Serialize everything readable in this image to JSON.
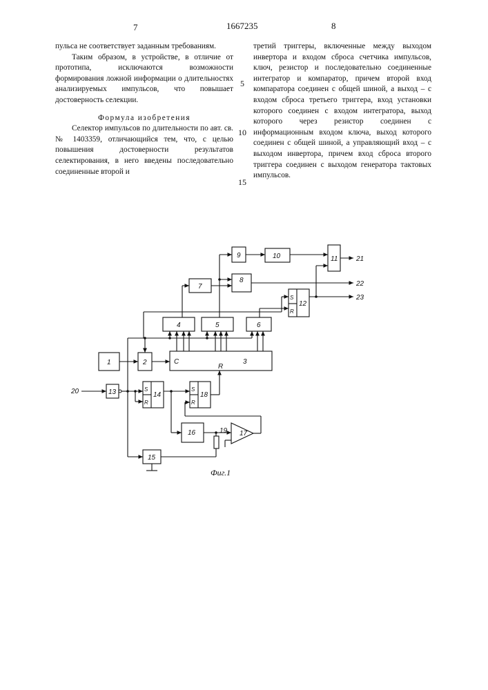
{
  "header": {
    "left_page_number": "7",
    "patent_number": "1667235",
    "right_page_number": "8"
  },
  "left_column": {
    "para1": "пульса не соответствует заданным требованиям.",
    "para2": "Таким образом, в устройстве, в отличие от прототипа, исключаются возможности формирования ложной информации о длительностях анализируемых импульсов, что повышает достоверность селекции.",
    "section_title": "Формула изобретения",
    "para3": "Селектор импульсов по длительности по авт. св. № 1403359, отличающийся тем, что, с целью повышения достоверности результатов селектирования, в него введены последовательно соединенные второй и"
  },
  "right_column": {
    "para1": "третий триггеры, включенные между выходом инвертора и входом сброса счетчика импульсов, ключ, резистор и последовательно соединенные интегратор и компаратор, причем второй вход компаратора соединен с общей шиной, а выход – с входом сброса третьего триггера, вход установки которого соединен с входом интегратора, выход которого через резистор соединен с информационным входом ключа, выход которого соединен с общей шиной, а управляющий вход – с выходом инвертора, причем вход сброса второго триггера соединен с выходом генератора тактовых импульсов."
  },
  "line_numbers": [
    "5",
    "10",
    "15"
  ],
  "diagram": {
    "blocks": {
      "b1": "1",
      "b2": "2",
      "b3": "3",
      "b4": "4",
      "b5": "5",
      "b6": "6",
      "b7": "7",
      "b8": "8",
      "b9": "9",
      "b10": "10",
      "b11": "11",
      "b12": "12",
      "b13": "13",
      "b14": "14",
      "b15": "15",
      "b16": "16",
      "b17": "17",
      "b18": "18",
      "b19": "19"
    },
    "port_labels": {
      "c": "C",
      "r": "R",
      "s": "S",
      "r_short": "R"
    },
    "terminals": {
      "input": "20",
      "out21": "21",
      "out22": "22",
      "out23": "23"
    },
    "caption": "Фиг.1"
  }
}
